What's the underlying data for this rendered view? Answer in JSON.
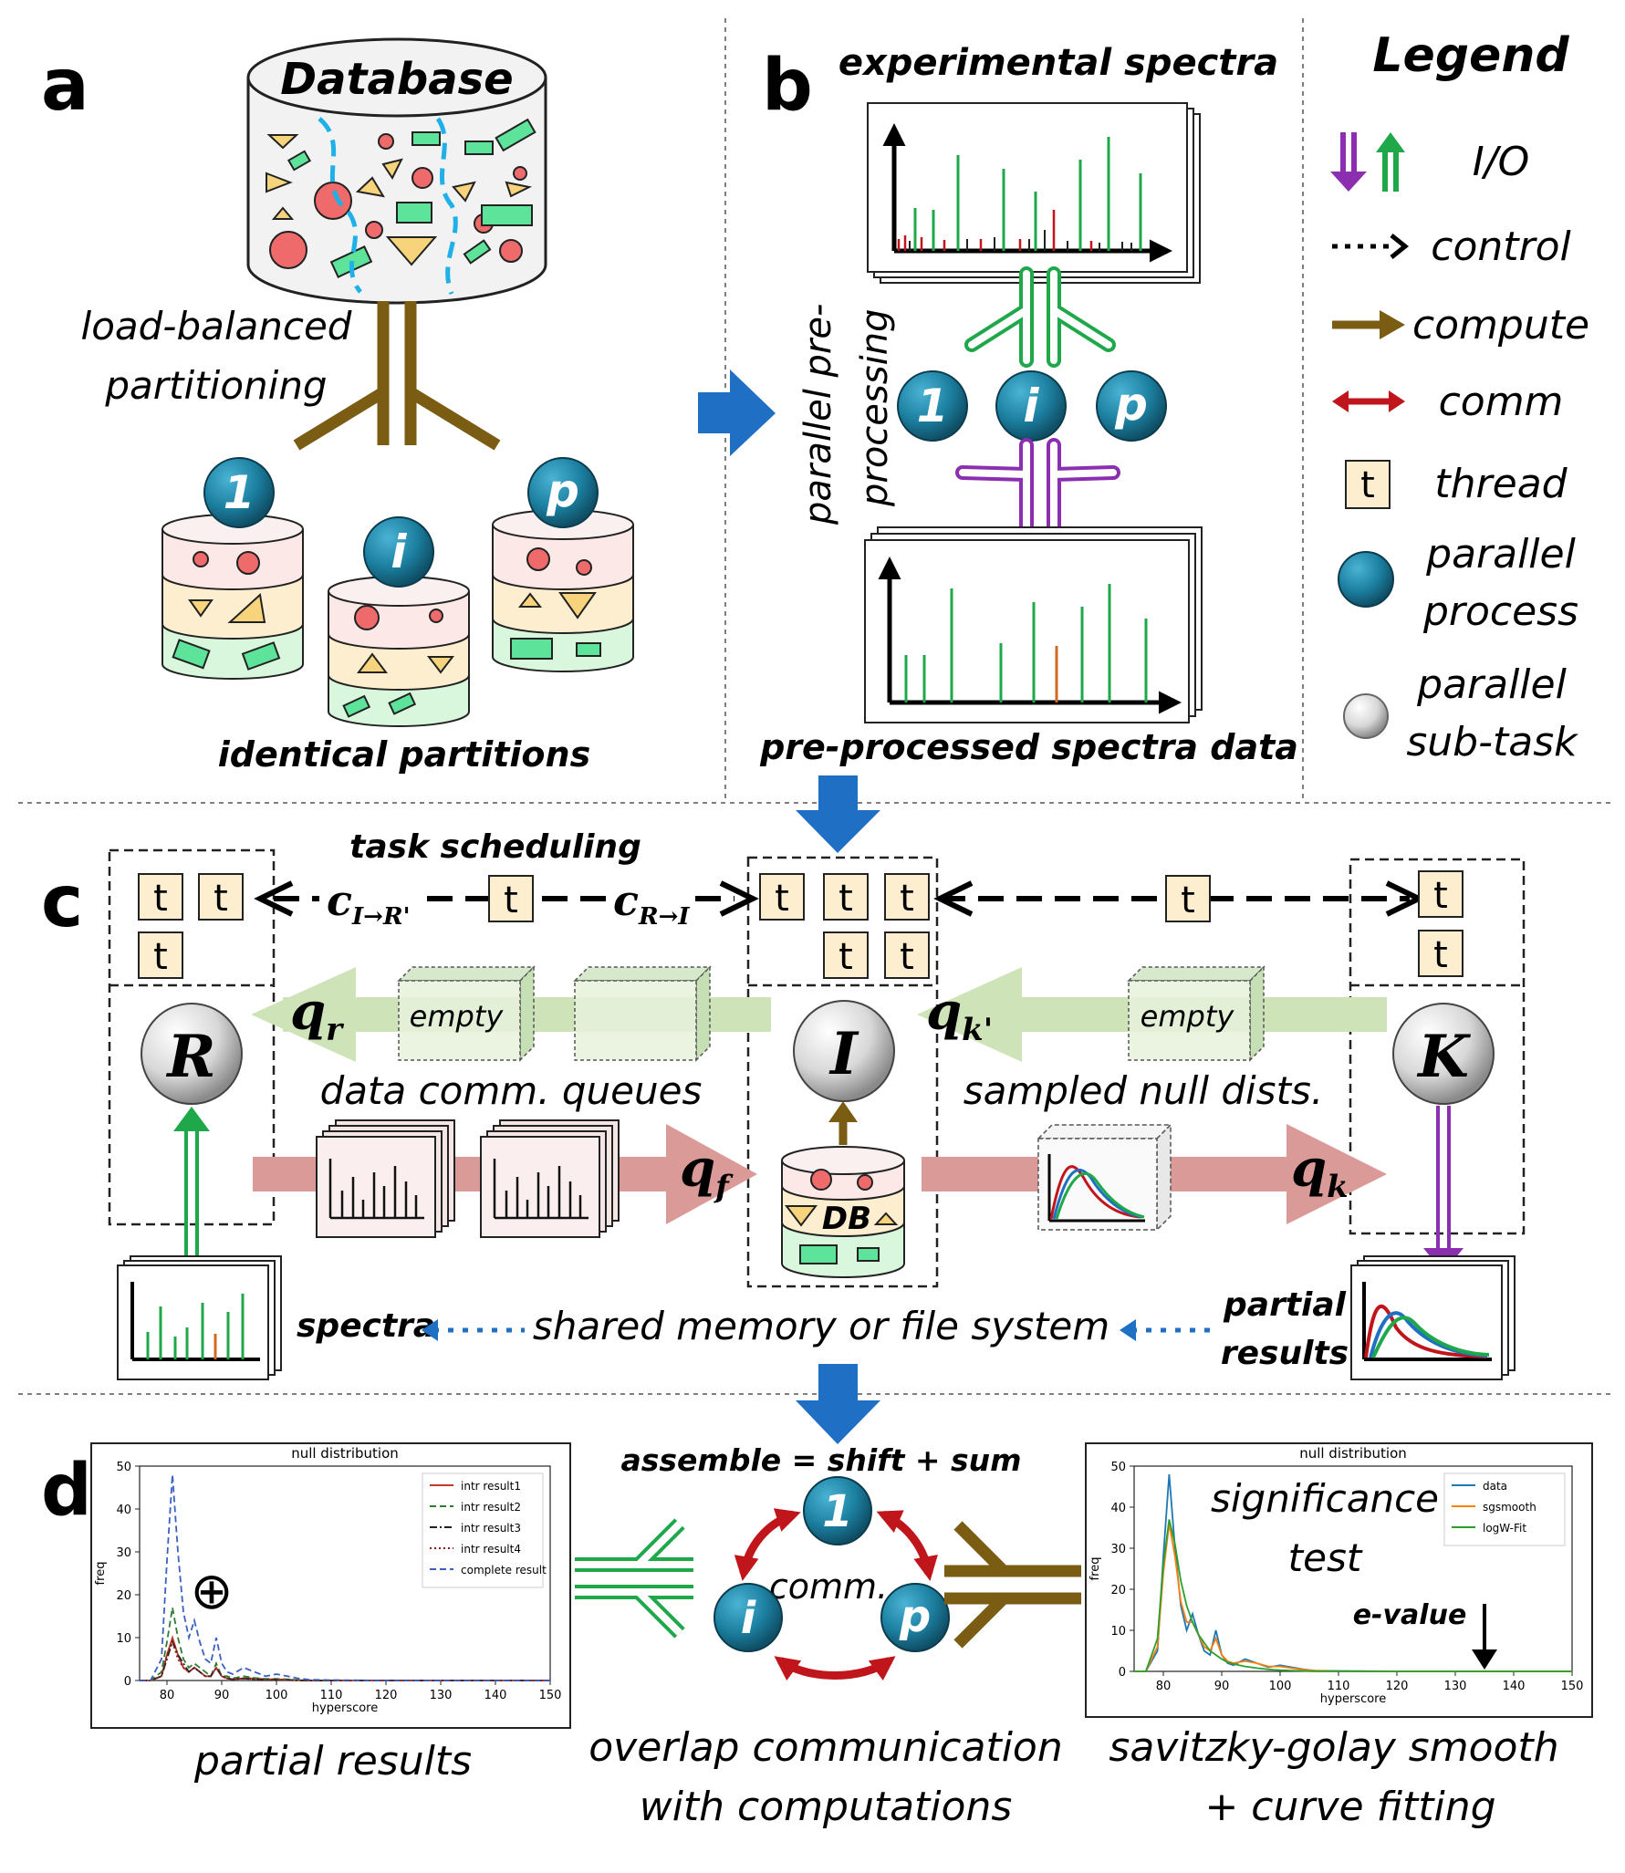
{
  "panel_labels": {
    "a": "a",
    "b": "b",
    "c": "c",
    "d": "d"
  },
  "panel_a": {
    "database_label": "Database",
    "partition_line1": "load-balanced",
    "partition_line2": "partitioning",
    "proc_1": "1",
    "proc_i": "i",
    "proc_p": "p",
    "footer": "identical partitions"
  },
  "panel_b": {
    "title": "experimental spectra",
    "vertical_line1": "parallel pre-",
    "vertical_line2": "processing",
    "proc_1": "1",
    "proc_i": "i",
    "proc_p": "p",
    "footer": "pre-processed spectra data"
  },
  "legend": {
    "title": "Legend",
    "items": [
      {
        "label": "I/O",
        "icon": "io-arrows-icon"
      },
      {
        "label": "control",
        "icon": "control-arrow-icon"
      },
      {
        "label": "compute",
        "icon": "compute-arrow-icon"
      },
      {
        "label": "comm",
        "icon": "comm-arrow-icon"
      },
      {
        "label": "thread",
        "icon": "thread-box-icon",
        "glyph": "t"
      },
      {
        "label": "parallel process",
        "line1": "parallel",
        "line2": "process",
        "icon": "process-circle-icon"
      },
      {
        "label": "parallel sub-task",
        "line1": "parallel",
        "line2": "sub-task",
        "icon": "subtask-circle-icon"
      }
    ],
    "colors": {
      "io_purple": "#8b2fb0",
      "io_green": "#1ea84a",
      "control": "#000000",
      "compute": "#7a5c12",
      "comm": "#c0151b",
      "thread_fill": "#fdeecf",
      "process": "#1c7fa0"
    }
  },
  "panel_c": {
    "task_scheduling": "task scheduling",
    "c_IR_main": "c",
    "c_IR_sub": "I→R'",
    "c_RI_main": "c",
    "c_RI_sub": "R→I",
    "thread_glyph": "t",
    "qr_main": "q",
    "qr_sub": "r",
    "qk_prime_main": "q",
    "qk_prime_sub": "k'",
    "qf_main": "q",
    "qf_sub": "f",
    "qk_main": "q",
    "qk_sub": "k",
    "empty1": "empty",
    "empty2": "empty",
    "node_R": "R",
    "node_I": "I",
    "node_K": "K",
    "db": "DB",
    "data_comm_queues": "data comm. queues",
    "sampled_null_dists": "sampled null dists.",
    "spectra": "spectra",
    "shared_memory": "shared memory or file system",
    "partial_line1": "partial",
    "partial_line2": "results"
  },
  "panel_d": {
    "assemble": "assemble = shift + sum",
    "comm": "comm.",
    "proc_1": "1",
    "proc_i": "i",
    "proc_p": "p",
    "caption_left": "partial results",
    "caption_mid_line1": "overlap communication",
    "caption_mid_line2": "with computations",
    "caption_right_line1": "savitzky-golay smooth",
    "caption_right_line2": "+ curve fitting",
    "oplus": "⊕",
    "significance_line1": "significance",
    "significance_line2": "test",
    "evalue": "e-value"
  },
  "chart_data": [
    {
      "type": "line",
      "title": "null distribution",
      "xlabel": "hyperscore",
      "ylabel": "freq",
      "xlim": [
        75,
        150
      ],
      "ylim": [
        0,
        50
      ],
      "xticks": [
        80,
        90,
        100,
        110,
        120,
        130,
        140,
        150
      ],
      "yticks": [
        0,
        10,
        20,
        30,
        40,
        50
      ],
      "legend": "top-right",
      "x": [
        75,
        77,
        79,
        80,
        81,
        82,
        83,
        84,
        85,
        86,
        87,
        88,
        89,
        90,
        91,
        92,
        94,
        96,
        98,
        100,
        102,
        104,
        106,
        110,
        120,
        130,
        140,
        150
      ],
      "series": [
        {
          "name": "intr result1",
          "style": "solid",
          "color": "#c0392b",
          "values": [
            0,
            0,
            1,
            6,
            10,
            6,
            3,
            2,
            3,
            2,
            1,
            1,
            3,
            1,
            0.5,
            0.3,
            0.5,
            0.5,
            0.3,
            0.3,
            0.2,
            0.1,
            0,
            0,
            0,
            0,
            0,
            0
          ]
        },
        {
          "name": "intr result2",
          "style": "dashed",
          "color": "#2e7d32",
          "values": [
            0,
            0,
            2,
            9,
            17,
            10,
            5,
            3,
            4,
            3,
            2,
            1,
            4,
            1,
            1,
            0.5,
            1,
            0.6,
            0.4,
            0.4,
            0.3,
            0.1,
            0,
            0,
            0,
            0,
            0,
            0
          ]
        },
        {
          "name": "intr result3",
          "style": "dashdot",
          "color": "#222222",
          "values": [
            0,
            0,
            1,
            5,
            9,
            6,
            4,
            2,
            3,
            2,
            1,
            1,
            3,
            1,
            0.5,
            0.3,
            0.5,
            0.3,
            0.2,
            0.2,
            0.1,
            0,
            0,
            0,
            0,
            0,
            0,
            0
          ]
        },
        {
          "name": "intr result4",
          "style": "dotted",
          "color": "#8e1c1c",
          "values": [
            0,
            0,
            1,
            6,
            9,
            5,
            3,
            2,
            3,
            2,
            1,
            1,
            3,
            1,
            0.5,
            0.3,
            0.5,
            0.3,
            0.2,
            0.2,
            0.1,
            0,
            0,
            0,
            0,
            0,
            0,
            0
          ]
        },
        {
          "name": "complete result",
          "style": "dashed",
          "color": "#3b5fc4",
          "values": [
            0,
            0,
            5,
            28,
            48,
            30,
            16,
            10,
            14,
            9,
            5,
            4,
            10,
            4,
            2,
            1.5,
            3,
            2,
            1,
            1.5,
            1,
            0.5,
            0.2,
            0.1,
            0,
            0,
            0,
            0
          ]
        }
      ]
    },
    {
      "type": "line",
      "title": "null distribution",
      "xlabel": "hyperscore",
      "ylabel": "freq",
      "xlim": [
        75,
        150
      ],
      "ylim": [
        0,
        50
      ],
      "xticks": [
        80,
        90,
        100,
        110,
        120,
        130,
        140,
        150
      ],
      "yticks": [
        0,
        10,
        20,
        30,
        40,
        50
      ],
      "legend": "top-right",
      "x": [
        75,
        77,
        79,
        80,
        81,
        82,
        83,
        84,
        85,
        86,
        87,
        88,
        89,
        90,
        91,
        92,
        94,
        96,
        98,
        100,
        102,
        104,
        106,
        110,
        120,
        130,
        140,
        150
      ],
      "series": [
        {
          "name": "data",
          "style": "solid",
          "color": "#1f77b4",
          "values": [
            0,
            0,
            5,
            28,
            48,
            30,
            16,
            10,
            14,
            9,
            5,
            4,
            10,
            4,
            2,
            1.5,
            3,
            2,
            1,
            1.5,
            1,
            0.5,
            0.2,
            0.1,
            0,
            0,
            0,
            0
          ]
        },
        {
          "name": "sgsmooth",
          "style": "solid",
          "color": "#ff7f0e",
          "values": [
            0,
            0,
            6,
            24,
            36,
            28,
            17,
            12,
            12,
            9,
            6,
            5,
            8,
            4,
            2.5,
            2,
            2.5,
            2,
            1.2,
            1.2,
            0.8,
            0.4,
            0.2,
            0,
            0,
            0,
            0,
            0
          ]
        },
        {
          "name": "logW-Fit",
          "style": "solid",
          "color": "#2ca02c",
          "values": [
            0,
            0,
            8,
            26,
            37,
            31,
            22,
            16,
            12,
            9,
            7,
            5,
            4,
            3,
            2.2,
            1.8,
            1.2,
            0.8,
            0.5,
            0.3,
            0.2,
            0.1,
            0,
            0,
            0,
            0,
            0,
            0
          ]
        }
      ],
      "annotation": {
        "text": "e-value",
        "x": 135
      }
    }
  ]
}
